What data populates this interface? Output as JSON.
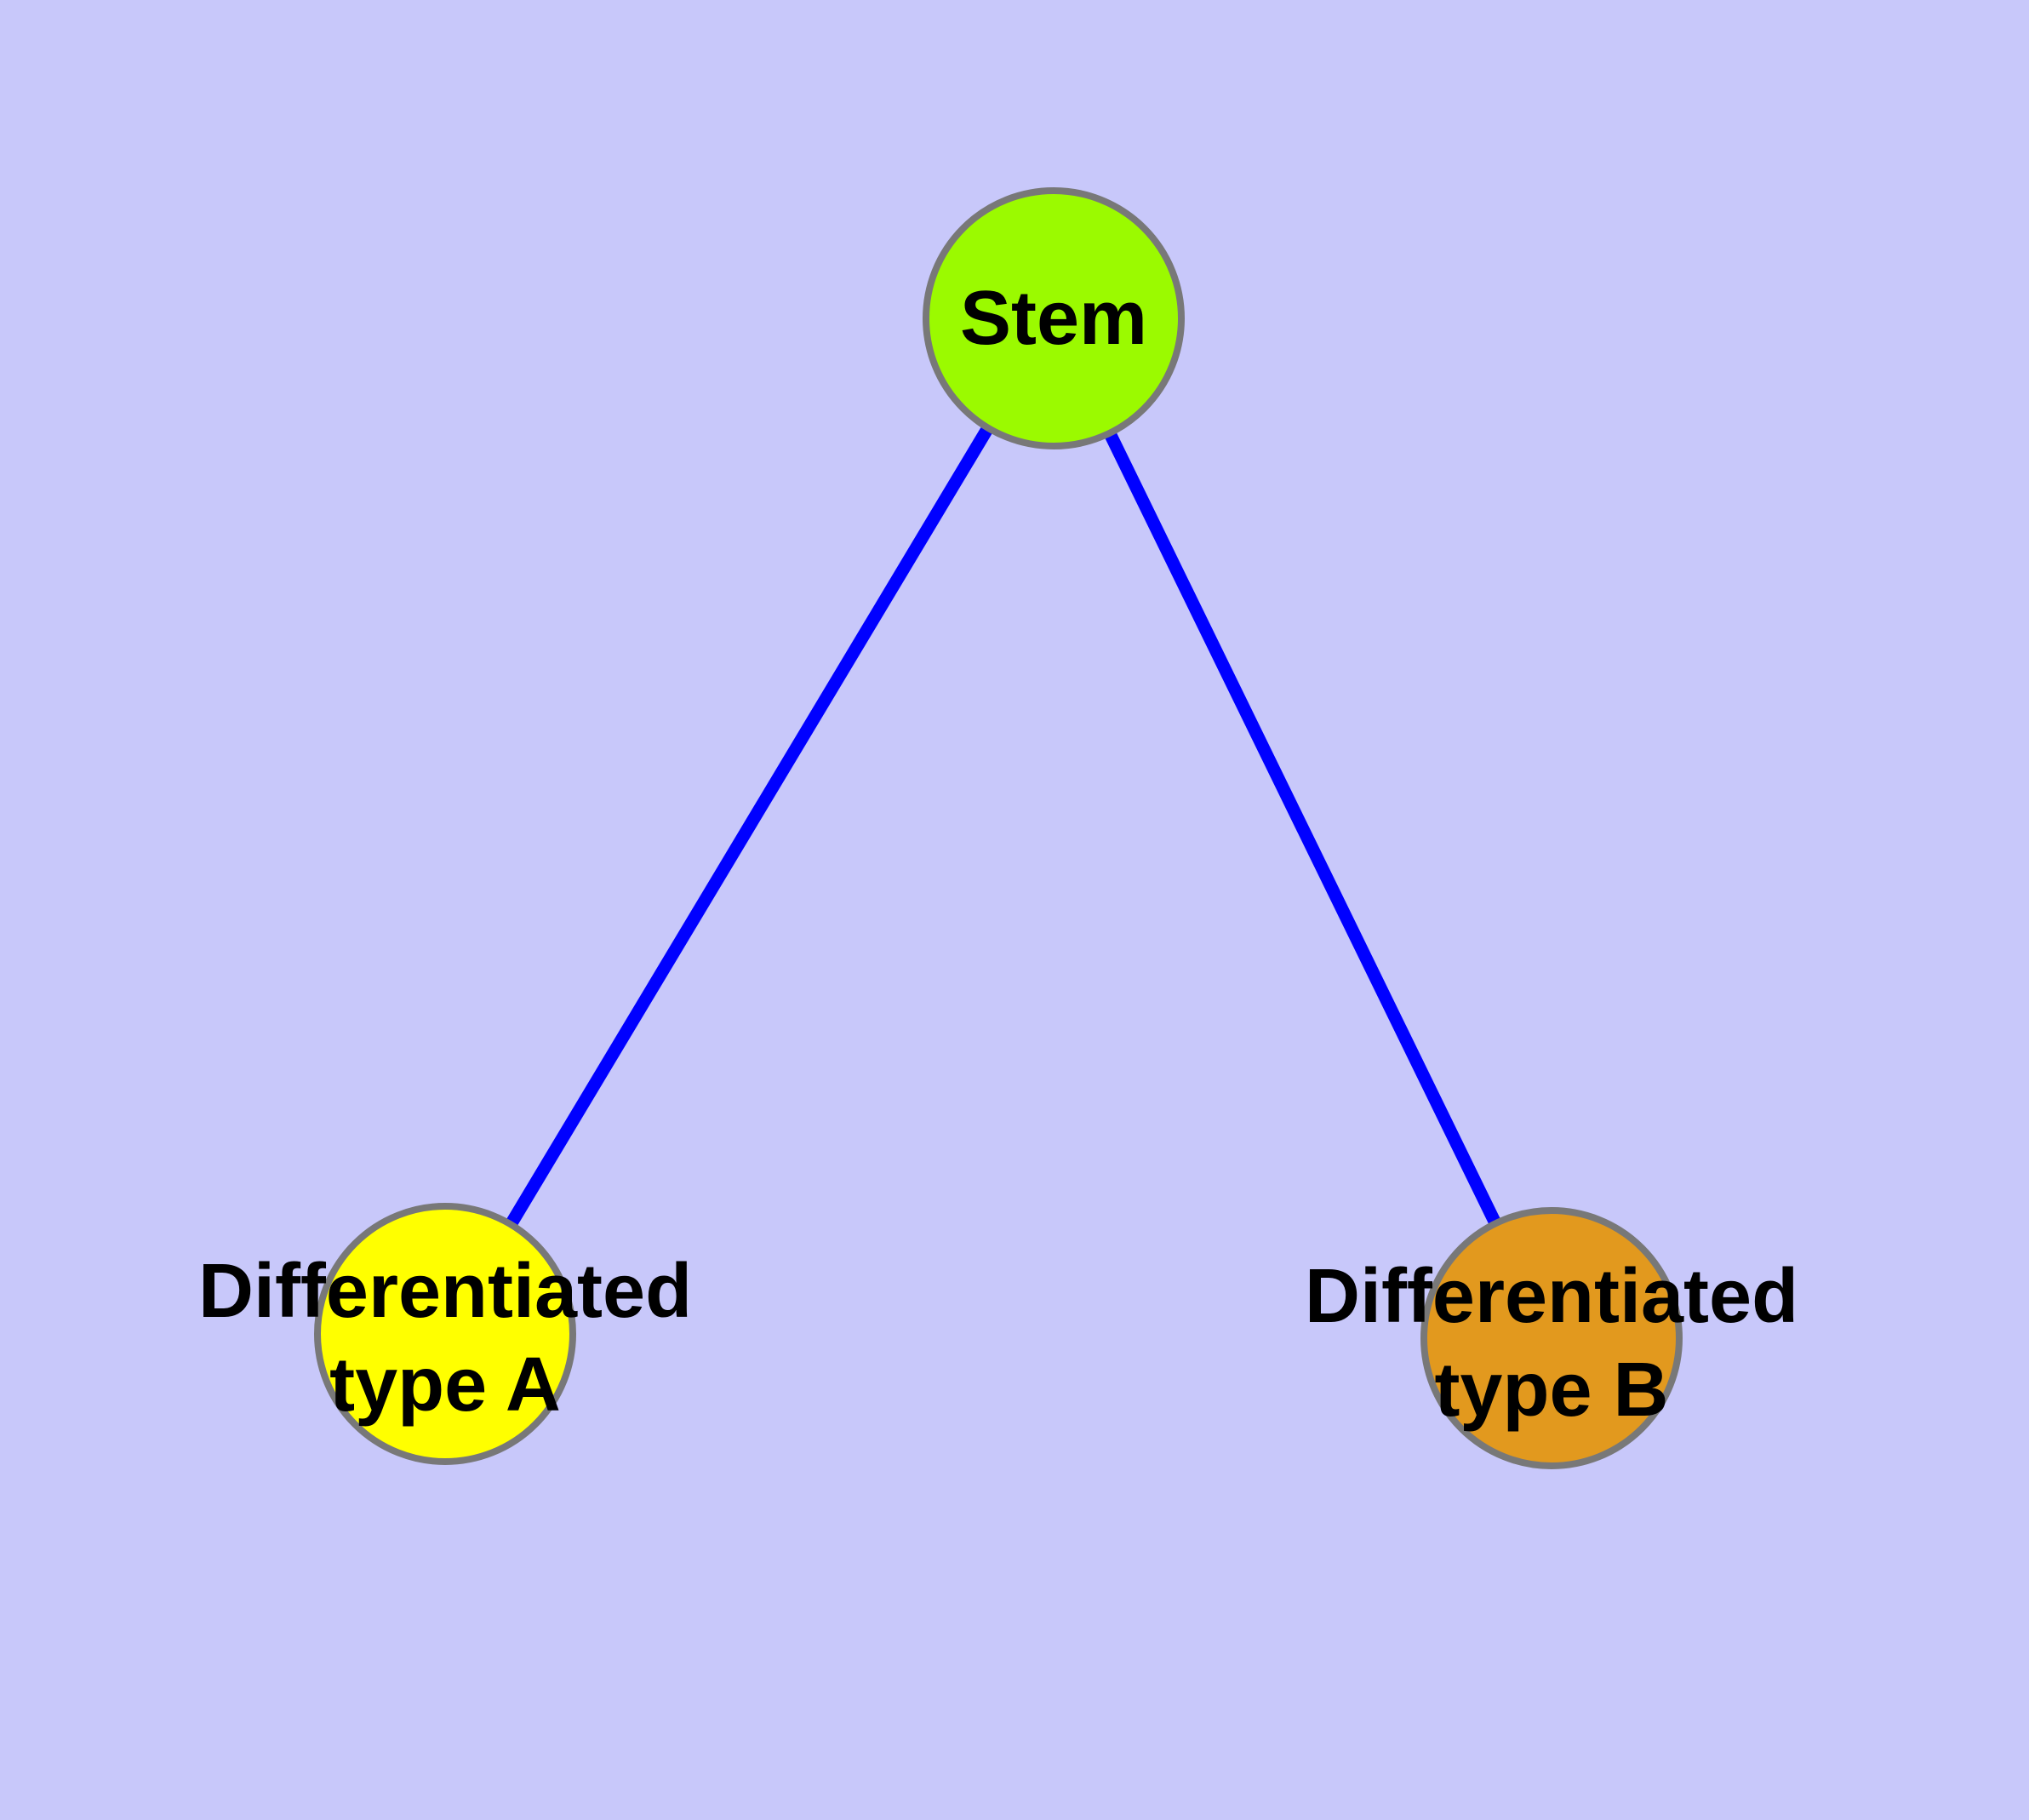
{
  "canvas": {
    "background_color": "#C8C8FA"
  },
  "diagram": {
    "edge_color": "#0000FF",
    "node_border_color": "#787878",
    "nodes": {
      "stem": {
        "label": "Stem",
        "fill": "#9BFA00"
      },
      "type_a": {
        "label_line1": "Differentiated",
        "label_line2": "type A",
        "fill": "#FFFF00"
      },
      "type_b": {
        "label_line1": "Differentiated",
        "label_line2": "type B",
        "fill": "#E2991E"
      }
    }
  }
}
